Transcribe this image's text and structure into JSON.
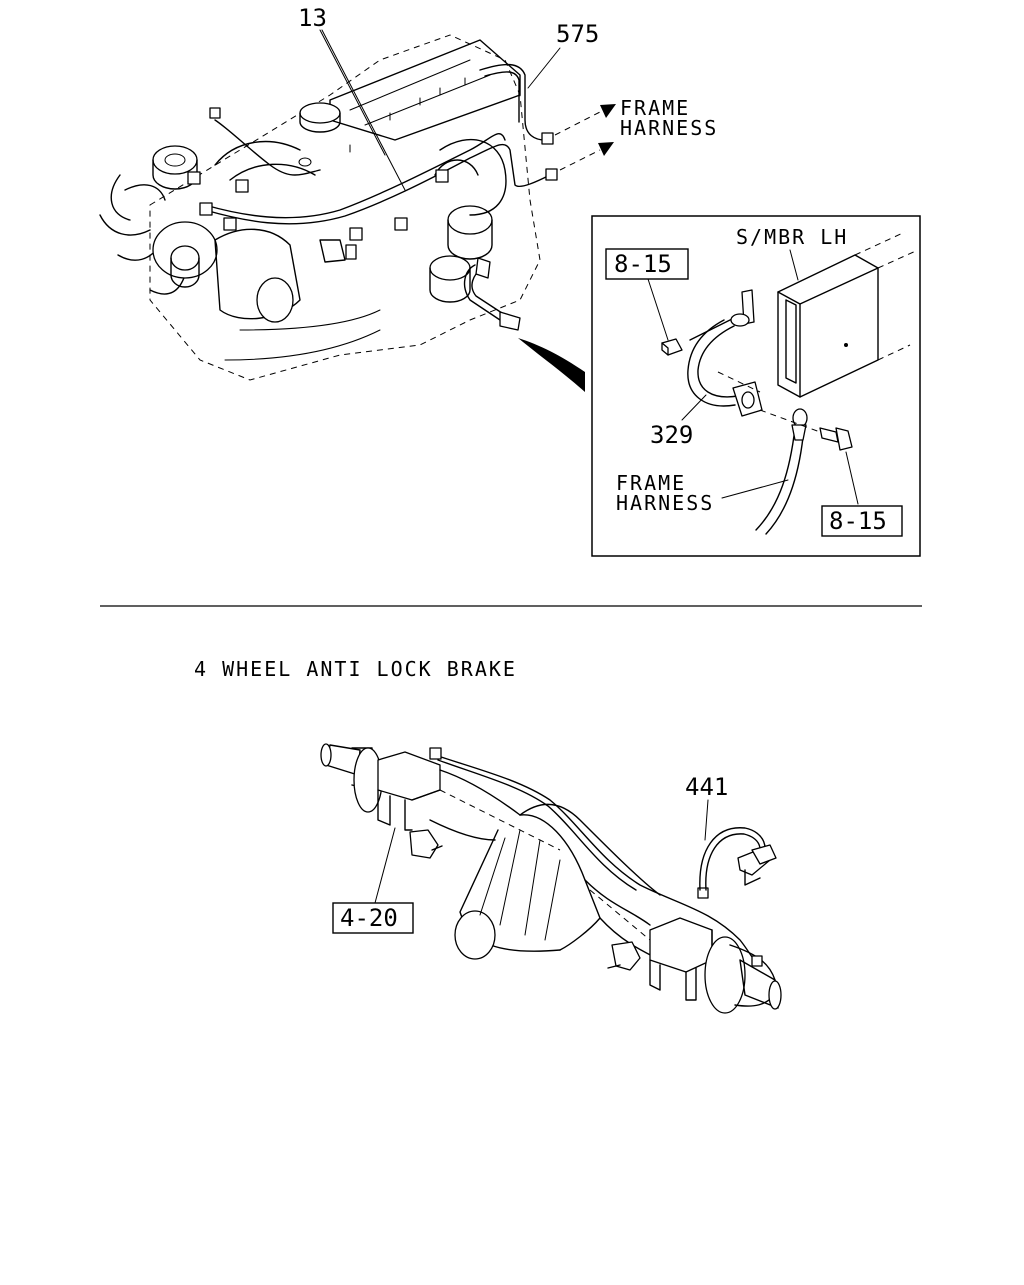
{
  "callouts": {
    "engine_harness": "13",
    "harness_575": "575",
    "ground_cable_329": "329",
    "abs_harness_441": "441"
  },
  "labels": {
    "frame_harness_1": "FRAME",
    "frame_harness_2": "HARNESS",
    "side_member": "S/MBR LH",
    "inset_frame_1": "FRAME",
    "inset_frame_2": "HARNESS",
    "section_title": "4 WHEEL ANTI LOCK BRAKE"
  },
  "references": {
    "ref_top": "8-15",
    "ref_bottom": "8-15",
    "ref_axle": "4-20"
  }
}
